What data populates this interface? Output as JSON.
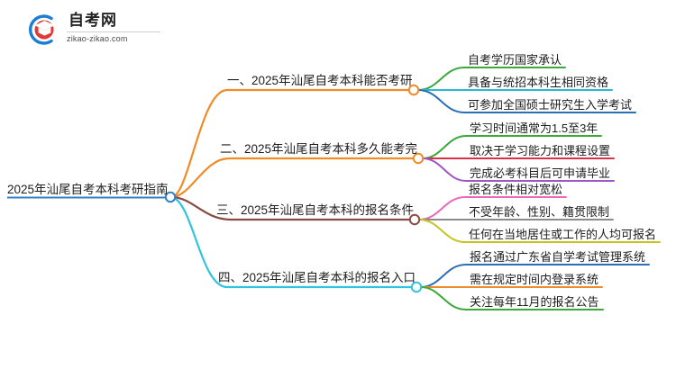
{
  "logo": {
    "name_cn": "自考网",
    "url": "zikao-zikao.com",
    "mark_icon": "graduation-cap-icon",
    "arc_color": "#1a7fd4",
    "cap_color": "#e03a35"
  },
  "mindmap": {
    "root": {
      "label": "2025年汕尾自考本科考研指南",
      "line_color": "#2f7fc6",
      "node_color": "#2f7fc6"
    },
    "branches": [
      {
        "label": "一、2025年汕尾自考本科能否考研",
        "line_color": "#ef8b28",
        "node_color": "#ef8b28",
        "leaves": [
          {
            "label": "自考学历国家承认",
            "line_color": "#3aa93a"
          },
          {
            "label": "具备与统招本科生相同资格",
            "line_color": "#2bb7d6"
          },
          {
            "label": "可参加全国硕士研究生入学考试",
            "line_color": "#2d6fb5"
          }
        ]
      },
      {
        "label": "二、2025年汕尾自考本科多久能考完",
        "line_color": "#ef8b28",
        "node_color": "#ef8b28",
        "leaves": [
          {
            "label": "学习时间通常为1.5至3年",
            "line_color": "#3aa93a"
          },
          {
            "label": "取决于学习能力和课程设置",
            "line_color": "#d6334a"
          },
          {
            "label": "完成必考科目后可申请毕业",
            "line_color": "#9b59c6"
          }
        ]
      },
      {
        "label": "三、2025年汕尾自考本科的报名条件",
        "line_color": "#8a4b43",
        "node_color": "#8a4b43",
        "leaves": [
          {
            "label": "报名条件相对宽松",
            "line_color": "#ee66b5"
          },
          {
            "label": "不受年龄、性别、籍贯限制",
            "line_color": "#8b8b8b"
          },
          {
            "label": "任何在当地居住或工作的人均可报名",
            "line_color": "#c6c421"
          }
        ]
      },
      {
        "label": "四、2025年汕尾自考本科的报名入口",
        "line_color": "#2ec4e0",
        "node_color": "#2ec4e0",
        "leaves": [
          {
            "label": "报名通过广东省自学考试管理系统",
            "line_color": "#2d6fb5"
          },
          {
            "label": "需在规定时间内登录系统",
            "line_color": "#ef8b28"
          },
          {
            "label": "关注每年11月的报名公告",
            "line_color": "#3aa93a"
          }
        ]
      }
    ]
  }
}
